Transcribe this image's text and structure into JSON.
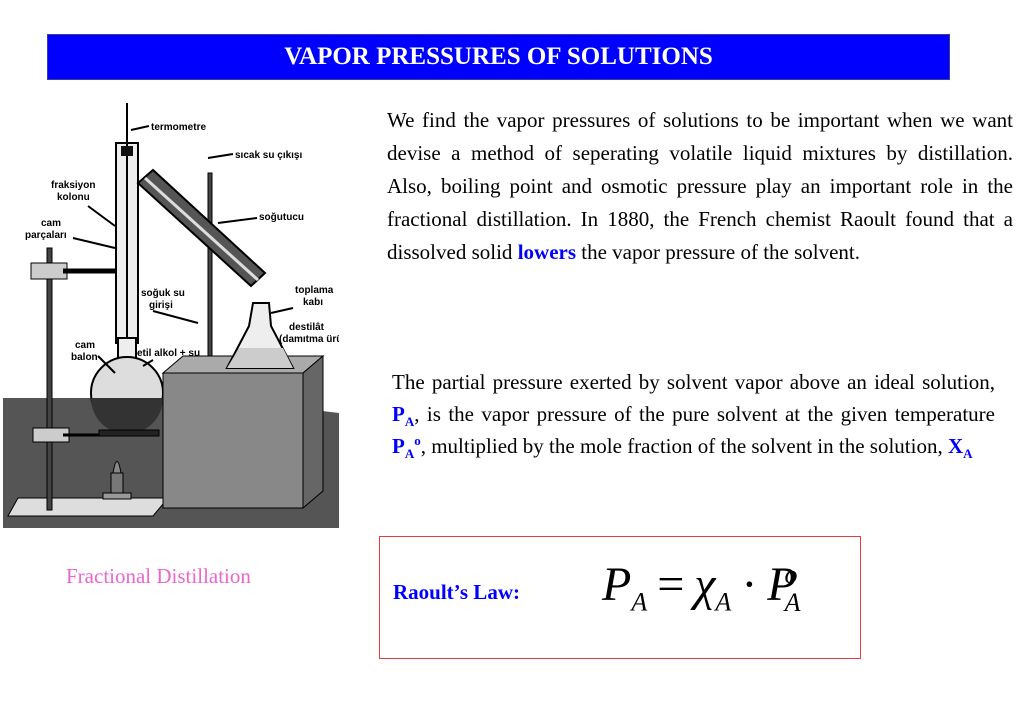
{
  "title": "VAPOR PRESSURES OF SOLUTIONS",
  "paragraph1": {
    "before": "We find the vapor pressures of solutions to be important when we want devise a method of seperating volatile liquid mixtures  by distillation. Also, boiling point and osmotic pressure play an important role in the fractional distillation. In 1880, the French chemist Raoult found that a dissolved solid ",
    "highlight": "lowers",
    "after": " the vapor pressure of the solvent."
  },
  "paragraph2": {
    "part1": "The partial pressure exerted by solvent vapor above an ideal solution, ",
    "pa_main": "P",
    "pa_sub": "A",
    "part2": ", is the vapor pressure of the pure solvent at the given temperature ",
    "pa0_main": "P",
    "pa0_sub": "A",
    "pa0_sup": "o",
    "part3": ", multiplied by the mole fraction of the solvent in the solution, ",
    "xa_main": "X",
    "xa_sub": "A"
  },
  "figure": {
    "labels": {
      "termometre": "termometre",
      "sicak": "sıcak su çıkışı",
      "fraksiyon1": "fraksiyon",
      "fraksiyon2": "kolonu",
      "cam1": "cam",
      "cam2": "parçaları",
      "sogutucu": "soğutucu",
      "soguk1": "soğuk su",
      "soguk2": "girişi",
      "toplama1": "toplama",
      "toplama2": "kabı",
      "destilat1": "destilât",
      "destilat2": "(damıtma ürünü)",
      "balon1": "cam",
      "balon2": "balon",
      "etil": "etil alkol + su"
    }
  },
  "caption": "Fractional Distillation",
  "law": {
    "label": "Raoult’s Law:",
    "lhs": "P",
    "lhs_sub": "A",
    "eq": "=",
    "chi": "χ",
    "chi_sub": "A",
    "dot": "·",
    "rhs": "P",
    "rhs_sub": "A",
    "rhs_sup": "o"
  }
}
